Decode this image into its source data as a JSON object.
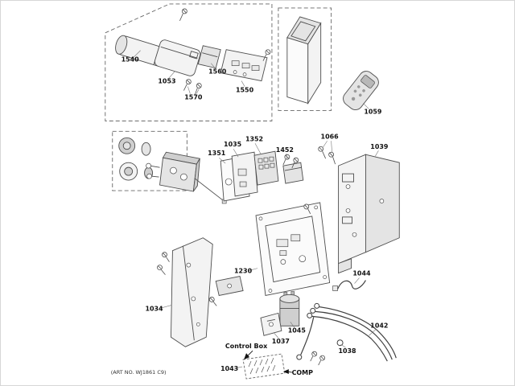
{
  "diagram": {
    "caption": "(ART NO. WJ1861 C9)",
    "annotations": {
      "control_box": "Control Box",
      "comp": "COMP"
    },
    "part_labels": [
      "1540",
      "1053",
      "1560",
      "1570",
      "1550",
      "1059",
      "1035",
      "1352",
      "1351",
      "1452",
      "1066",
      "1039",
      "1230",
      "1034",
      "1044",
      "1045",
      "1037",
      "1038",
      "1042",
      "1043"
    ]
  }
}
